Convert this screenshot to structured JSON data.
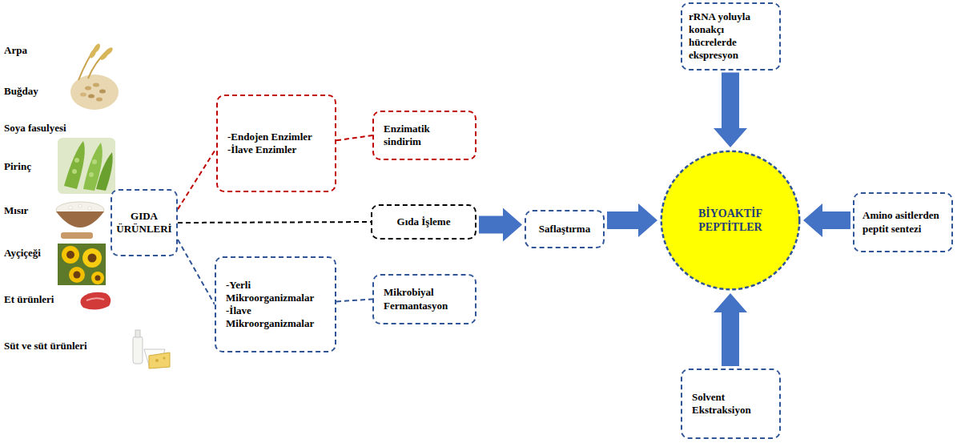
{
  "diagram": {
    "nodes": [
      {
        "text": [
          "GIDA ÜRÜNLERİ"
        ]
      },
      {
        "text": [
          "-Endojen Enzimler -İlave Enzimler"
        ]
      },
      {
        "text": [
          "Enzimatik sindirim"
        ]
      },
      {
        "text": [
          "Gıda İşleme"
        ]
      },
      {
        "text": [
          "-Yerli Mikroorganizmalar -İlave Mikroorganizmalar"
        ]
      },
      {
        "text": [
          "Mikrobiyal Fermantasyon"
        ]
      },
      {
        "text": [
          "Saflaştırma"
        ]
      },
      {
        "text": [
          "BİYOAKTİF PEPTİTLER"
        ]
      },
      {
        "text": [
          "rRNA yoluyla konakçı hücrelerde ekspresyon"
        ]
      },
      {
        "text": [
          "Amino asitlerden peptit sentezi"
        ]
      },
      {
        "text": [
          "Solvent Ekstraksiyon"
        ]
      }
    ],
    "edges": [
      {
        "from": 0,
        "to": 1,
        "arrow": "none"
      },
      {
        "from": 1,
        "to": 2,
        "arrow": "none"
      },
      {
        "from": 0,
        "to": 3,
        "arrow": "none"
      },
      {
        "from": 0,
        "to": 4,
        "arrow": "none"
      },
      {
        "from": 4,
        "to": 5,
        "arrow": "none"
      },
      {
        "from": 3,
        "to": 6,
        "arrow": "to"
      },
      {
        "from": 6,
        "to": 7,
        "arrow": "to"
      },
      {
        "from": 8,
        "to": 7,
        "arrow": "to"
      },
      {
        "from": 9,
        "to": 7,
        "arrow": "to"
      },
      {
        "from": 10,
        "to": 7,
        "arrow": "to"
      }
    ],
    "labels": [
      "Arpa",
      "Buğday",
      "Soya fasulyesi",
      "Pirinç",
      "Mısır",
      "Ayçiçeği",
      "Et ürünleri",
      "Süt ve süt ürünleri"
    ]
  }
}
